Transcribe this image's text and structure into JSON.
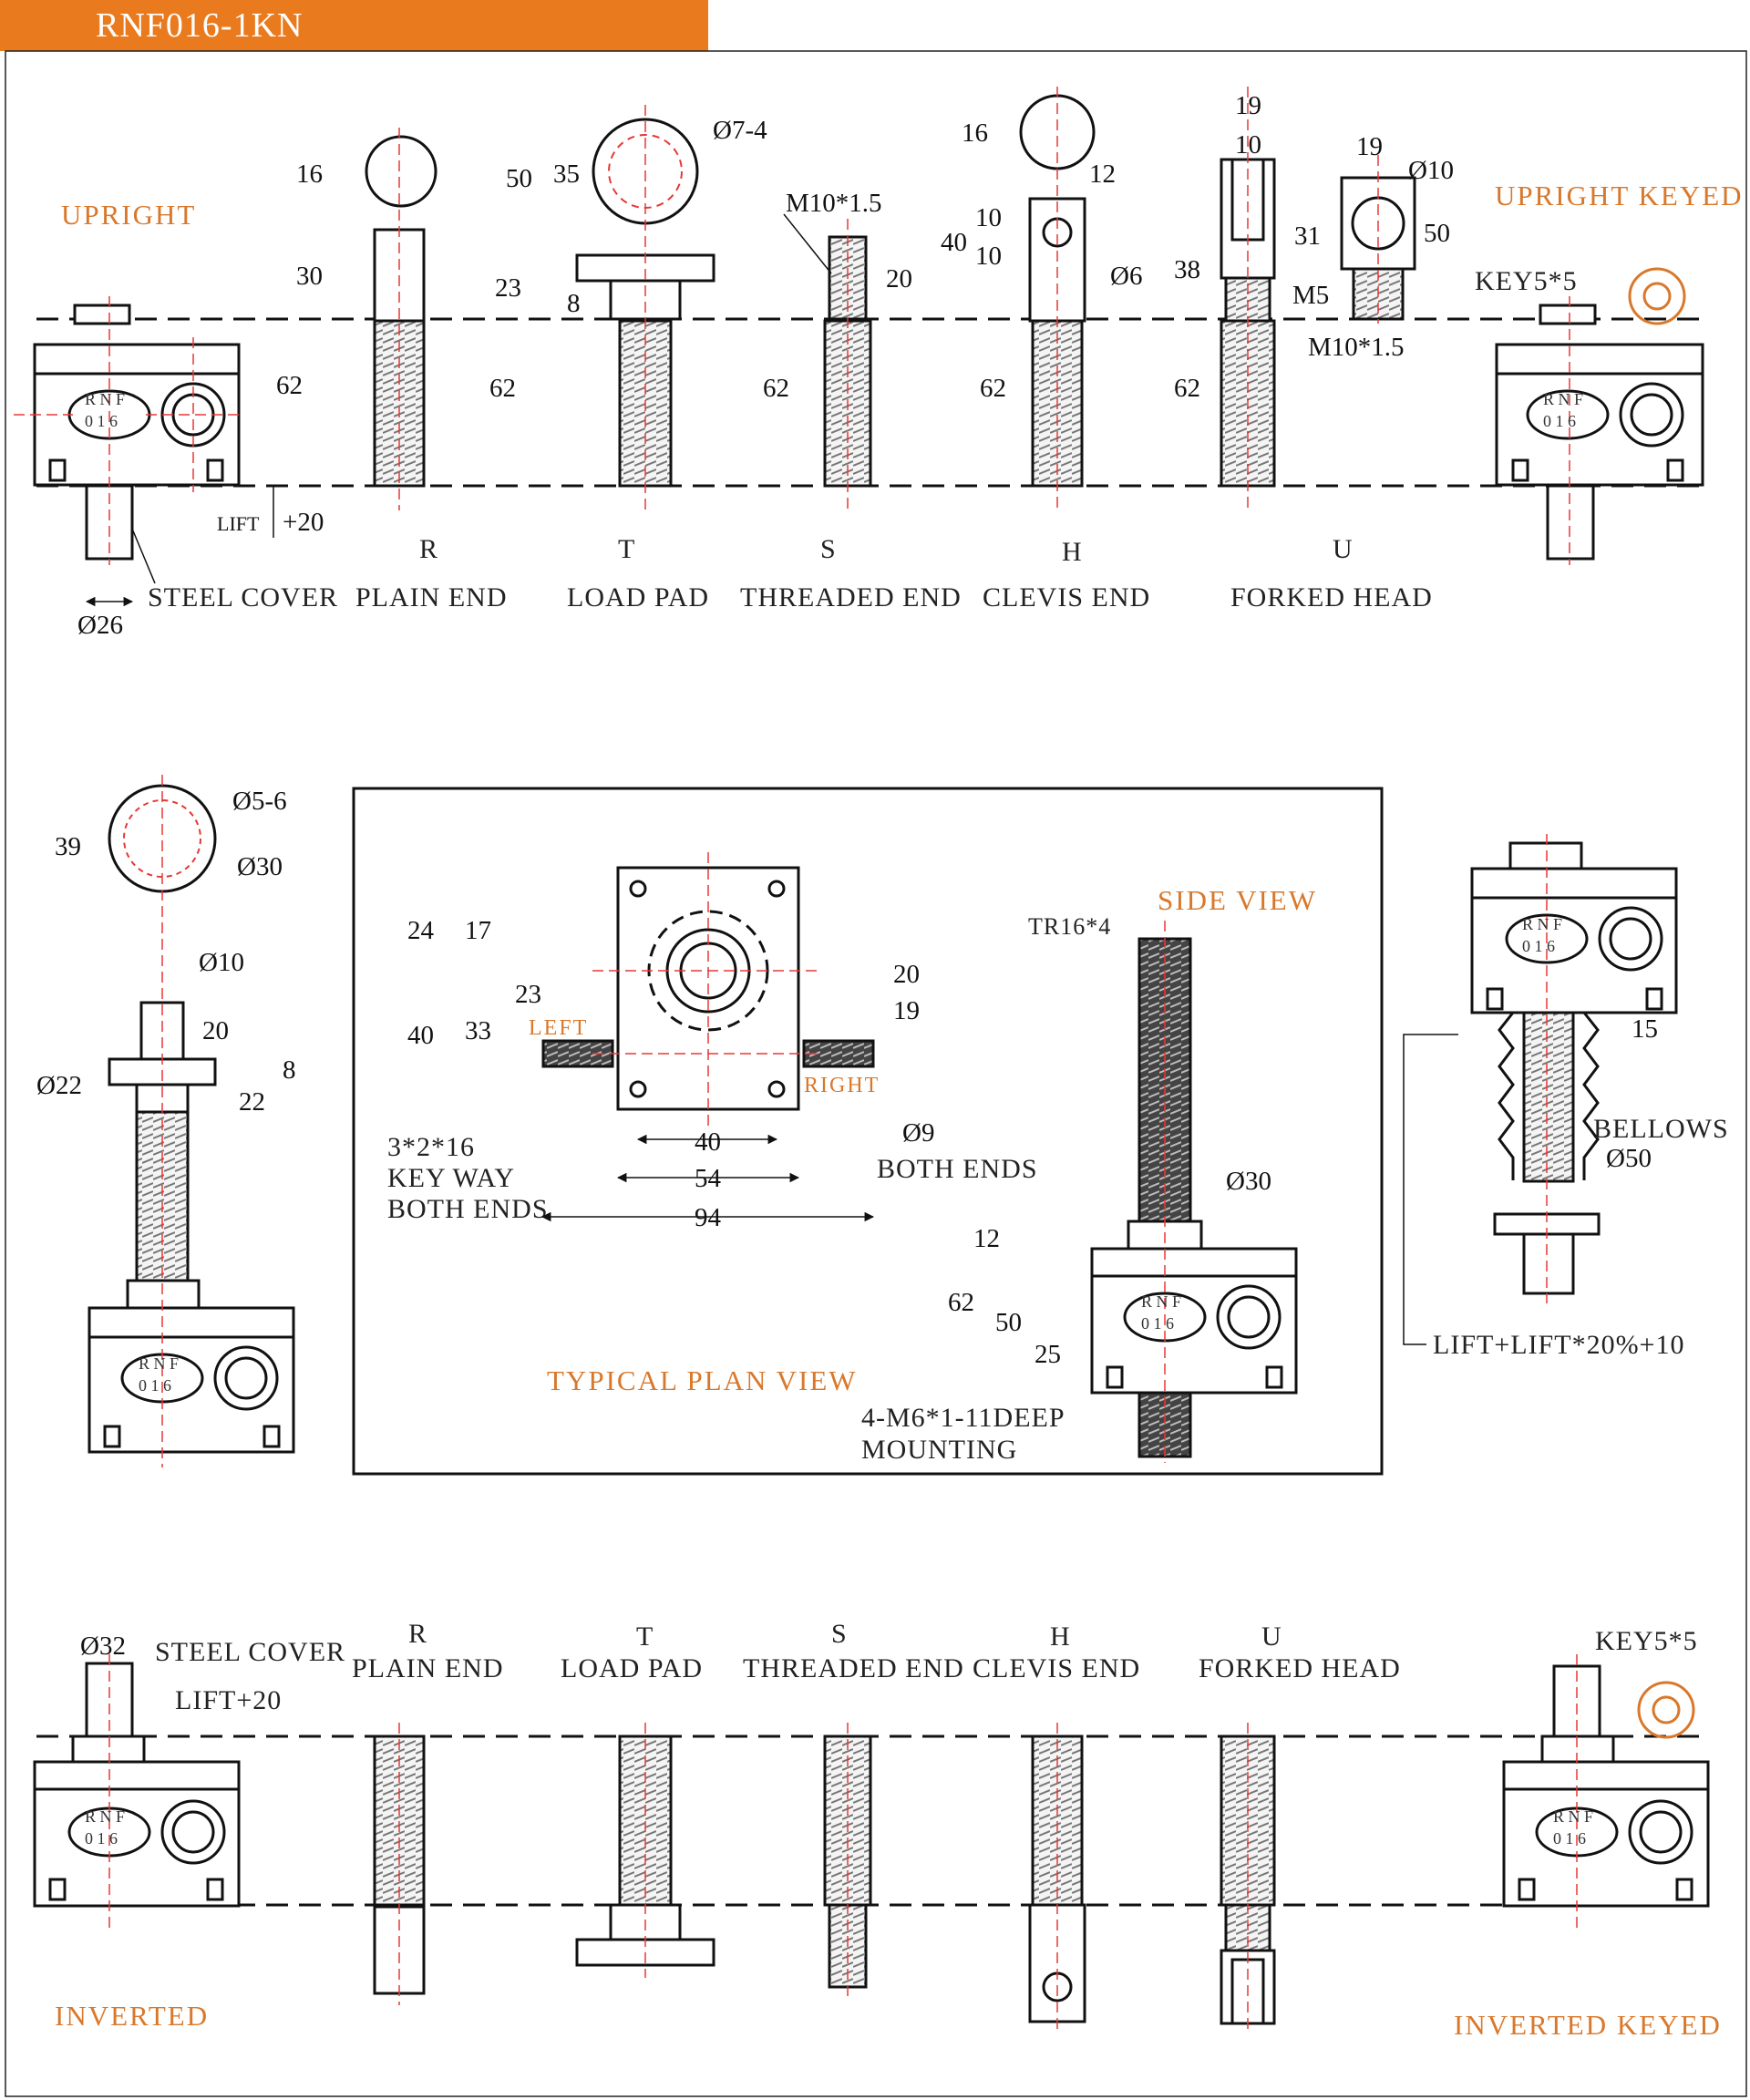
{
  "header": {
    "title": "RNF016-1KN"
  },
  "colors": {
    "accent": "#E97A1D",
    "label_orange": "#D9782B",
    "centerline": "#E53935",
    "ink": "#111111"
  },
  "section_labels": {
    "upright": "UPRIGHT",
    "upright_keyed": "UPRIGHT KEYED",
    "inverted": "INVERTED",
    "inverted_keyed": "INVERTED KEYED",
    "typical_plan_view": "TYPICAL PLAN VIEW",
    "side_view": "SIDE VIEW",
    "left": "LEFT",
    "right": "RIGHT"
  },
  "body_logo": {
    "top": "R N F",
    "bottom": "0 1 6"
  },
  "upright": {
    "lift_label": "LIFT",
    "lift_plus": "+20",
    "steel_cover": "STEEL COVER",
    "cover_diameter": "Ø26",
    "key_label": "KEY5*5"
  },
  "end_types": [
    {
      "code": "R",
      "name": "PLAIN END"
    },
    {
      "code": "T",
      "name": "LOAD PAD"
    },
    {
      "code": "S",
      "name": "THREADED END"
    },
    {
      "code": "H",
      "name": "CLEVIS END"
    },
    {
      "code": "U",
      "name": "FORKED HEAD"
    }
  ],
  "dims_top": {
    "common_62": "62",
    "plain_16": "16",
    "plain_30": "30",
    "pad_50": "50",
    "pad_35": "35",
    "pad_holes": "Ø7-4",
    "pad_23": "23",
    "pad_8": "8",
    "thread_m10": "M10*1.5",
    "thread_20": "20",
    "clevis_16": "16",
    "clevis_12": "12",
    "clevis_40": "40",
    "clevis_10a": "10",
    "clevis_10b": "10",
    "clevis_6": "Ø6",
    "fork_19a": "19",
    "fork_10": "10",
    "fork_31": "31",
    "fork_38": "38",
    "fork_m5": "M5",
    "fork_m10": "M10*1.5",
    "fork_19b": "19",
    "fork_d10": "Ø10",
    "fork_50": "50"
  },
  "left_mid": {
    "d5_6": "Ø5-6",
    "d30": "Ø30",
    "h39": "39",
    "d10": "Ø10",
    "h20": "20",
    "h8": "8",
    "d22": "Ø22",
    "h22": "22"
  },
  "plan_view": {
    "d24": "24",
    "d17": "17",
    "d23": "23",
    "d40v": "40",
    "d33": "33",
    "d20": "20",
    "d19": "19",
    "d9": "Ø9",
    "both_ends": "BOTH ENDS",
    "keyway_1": "3*2*16",
    "keyway_2": "KEY WAY",
    "keyway_3": "BOTH ENDS",
    "d40h": "40",
    "d54": "54",
    "d94": "94"
  },
  "side_view": {
    "tr": "TR16*4",
    "d30": "Ø30",
    "d12": "12",
    "d62": "62",
    "d50": "50",
    "d25": "25",
    "mount_1": "4-M6*1-11DEEP",
    "mount_2": "MOUNTING"
  },
  "bellows": {
    "d15": "15",
    "label": "BELLOWS",
    "d50": "Ø50",
    "lift": "LIFT+LIFT*20%+10"
  },
  "inverted": {
    "d32": "Ø32",
    "steel_cover": "STEEL COVER",
    "lift": "LIFT+20",
    "key_label": "KEY5*5"
  }
}
